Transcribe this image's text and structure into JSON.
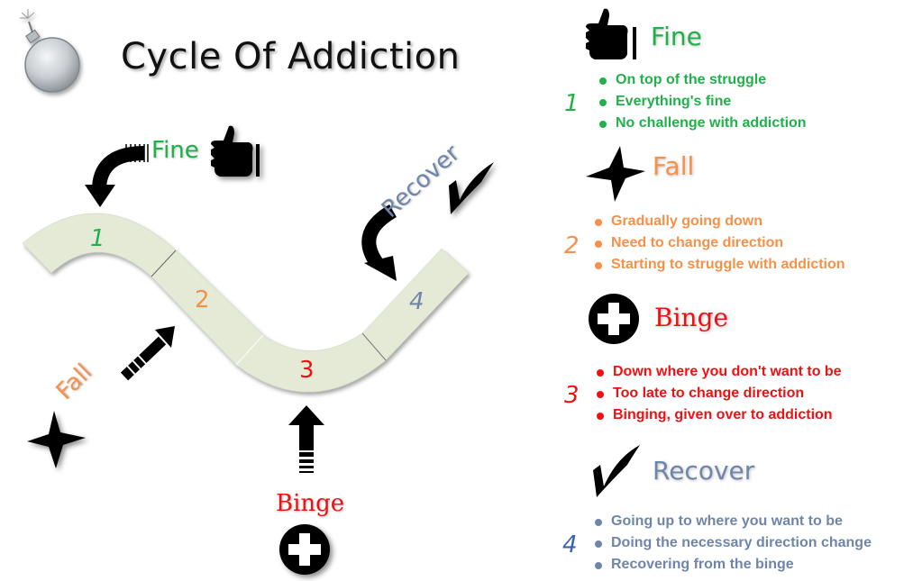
{
  "title": "Cycle Of Addiction",
  "colors": {
    "fine": "#22b04a",
    "fall": "#f4914a",
    "binge": "#ee1111",
    "recover": "#6f86aa",
    "path_fill": "#e4ead6",
    "icon": "#000000"
  },
  "diagram": {
    "segments": [
      {
        "number": "1",
        "stage": "Fine"
      },
      {
        "number": "2",
        "stage": "Fall"
      },
      {
        "number": "3",
        "stage": "Binge"
      },
      {
        "number": "4",
        "stage": "Recover"
      }
    ],
    "labels": {
      "fine": "Fine",
      "fall": "Fall",
      "binge": "Binge",
      "recover": "Recover"
    },
    "icons": {
      "top_left": "bomb-icon",
      "fine": "thumbs-up-icon",
      "fall": "star-icon",
      "binge": "plus-circle-icon",
      "recover": "checkmark-icon"
    }
  },
  "legend": [
    {
      "number": "1",
      "heading": "Fine",
      "icon": "thumbs-up-icon",
      "bullets": [
        "On top of the struggle",
        "Everything's fine",
        "No challenge with addiction"
      ]
    },
    {
      "number": "2",
      "heading": "Fall",
      "icon": "star-icon",
      "bullets": [
        "Gradually going down",
        "Need to change direction",
        "Starting to struggle with addiction"
      ]
    },
    {
      "number": "3",
      "heading": "Binge",
      "icon": "plus-circle-icon",
      "bullets": [
        "Down where you don't want to be",
        "Too late to change direction",
        "Binging, given over to addiction"
      ]
    },
    {
      "number": "4",
      "heading": "Recover",
      "icon": "checkmark-icon",
      "bullets": [
        "Going up to where you want to be",
        "Doing the necessary direction change",
        "Recovering from the binge"
      ]
    }
  ]
}
